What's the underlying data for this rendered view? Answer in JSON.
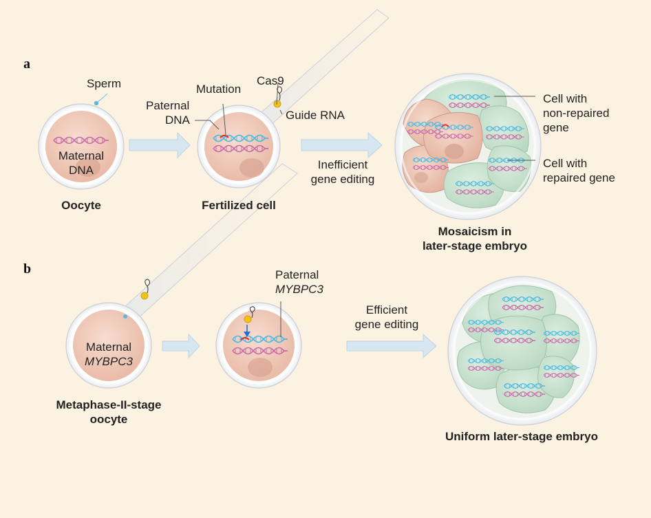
{
  "panels": {
    "a": "a",
    "b": "b"
  },
  "labels": {
    "sperm": "Sperm",
    "mutation": "Mutation",
    "cas9": "Cas9",
    "paternal_dna_1": "Paternal",
    "paternal_dna_2": "DNA",
    "guide_rna": "Guide RNA",
    "maternal_dna_1": "Maternal",
    "maternal_dna_2": "DNA",
    "inefficient_1": "Inefficient",
    "inefficient_2": "gene editing",
    "cell_nonrepaired_1": "Cell with",
    "cell_nonrepaired_2": "non-repaired",
    "cell_nonrepaired_3": "gene",
    "cell_repaired_1": "Cell with",
    "cell_repaired_2": "repaired gene",
    "paternal_mybpc3_1": "Paternal",
    "paternal_mybpc3_2": "MYBPC3",
    "maternal_mybpc3_1": "Maternal",
    "maternal_mybpc3_2": "MYBPC3",
    "efficient_1": "Efficient",
    "efficient_2": "gene editing"
  },
  "captions": {
    "oocyte": "Oocyte",
    "fertilized": "Fertilized cell",
    "mosaic_1": "Mosaicism in",
    "mosaic_2": "later-stage embryo",
    "metaphase_1": "Metaphase-II-stage",
    "metaphase_2": "oocyte",
    "uniform": "Uniform later-stage embryo"
  },
  "colors": {
    "background": "#fbf2e2",
    "cell_pink": "#f2cfc0",
    "cell_green": "#cfe6d3",
    "zona": "#e6e8ea",
    "maternal_dna": "#c86aa8",
    "paternal_dna": "#48b8e0",
    "mutation": "#e0302a",
    "cas9": "#f3c316",
    "arrow": "#d7e7f2"
  }
}
